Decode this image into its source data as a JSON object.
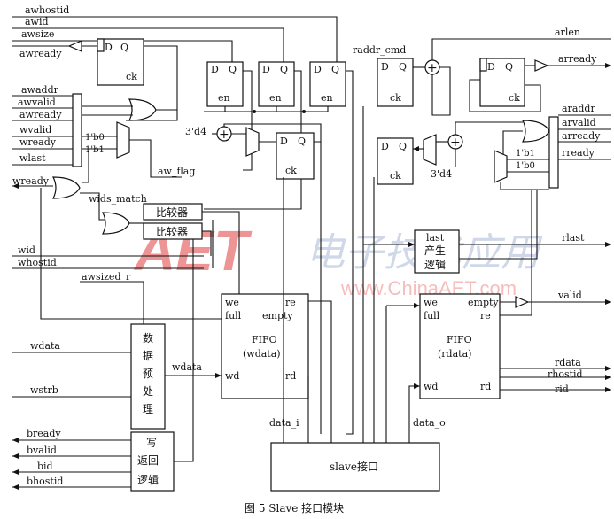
{
  "inputs_left": [
    "awhostid",
    "awid",
    "awsize",
    "awready",
    "awaddr",
    "awvalid",
    "awready",
    "wvalid",
    "wready",
    "wlast",
    "wready",
    "wid",
    "whostid",
    "wdata",
    "wstrb",
    "bready",
    "bvalid",
    "bid",
    "bhostid"
  ],
  "inputs_right": [
    "arlen",
    "arready",
    "araddr",
    "arvalid",
    "arready",
    "rready",
    "rlast",
    "valid",
    "rdata",
    "rhostid",
    "rid"
  ],
  "dff": {
    "d": "D",
    "q": "Q",
    "clk": "ck",
    "enable": "en"
  },
  "consts": {
    "b0": "1'b0",
    "b1": "1'b1",
    "d4": "3'd4",
    "plus": "+"
  },
  "labels": {
    "raddr_cmd": "raddr_cmd",
    "aw_flag": "aw_flag",
    "wids_match": "wids_match",
    "awsized_r": "awsized_r",
    "comparator_1": "比较器",
    "comparator_2": "比较器",
    "data_pre": [
      "数",
      "据",
      "预",
      "处",
      "理"
    ],
    "wdata_bus": "wdata",
    "write_back": [
      "写",
      "返回",
      "逻辑"
    ],
    "last_gen": [
      "last",
      "产生",
      "逻辑"
    ],
    "data_i": "data_i",
    "data_o": "data_o",
    "slave_if": "slave接口"
  },
  "fifo_w": {
    "we": "we",
    "full": "full",
    "re": "re",
    "empty": "empty",
    "title": "FIFO",
    "sub": "(wdata)",
    "wd": "wd",
    "rd": "rd"
  },
  "fifo_r": {
    "we": "we",
    "full": "full",
    "re": "re",
    "empty": "empty",
    "title": "FIFO",
    "sub": "(rdata)",
    "wd": "wd",
    "rd": "rd"
  },
  "caption": "图 5   Slave 接口模块",
  "watermark": {
    "brand": "AET",
    "cn": "电子技术应用",
    "url": "www.ChinaAET.com",
    "color": "#e04040"
  }
}
